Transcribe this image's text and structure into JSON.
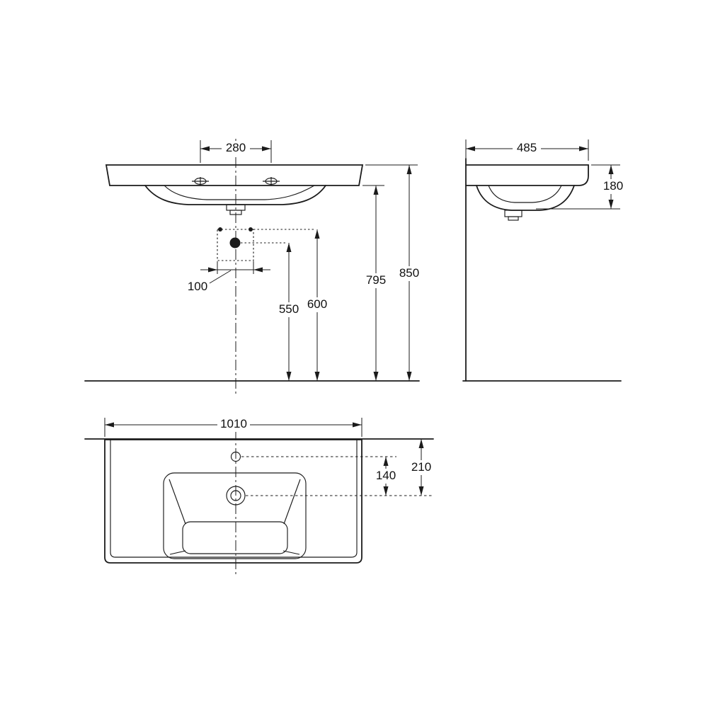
{
  "colors": {
    "background": "#ffffff",
    "line": "#1b1b1b",
    "dimension": "#1b1b1b",
    "text": "#111111"
  },
  "views": {
    "front": {
      "dims": {
        "tap_hole_spacing": "280",
        "fixing_hole_span": "100",
        "drain_height": "550",
        "fixing_hole_height": "600",
        "underside_height": "795",
        "overall_height": "850"
      }
    },
    "side": {
      "dims": {
        "overall_depth": "485",
        "front_section_height": "180"
      }
    },
    "top": {
      "dims": {
        "overall_width": "1010",
        "tap_hole_to_drain": "140",
        "rear_edge_to_drain": "210"
      }
    }
  }
}
